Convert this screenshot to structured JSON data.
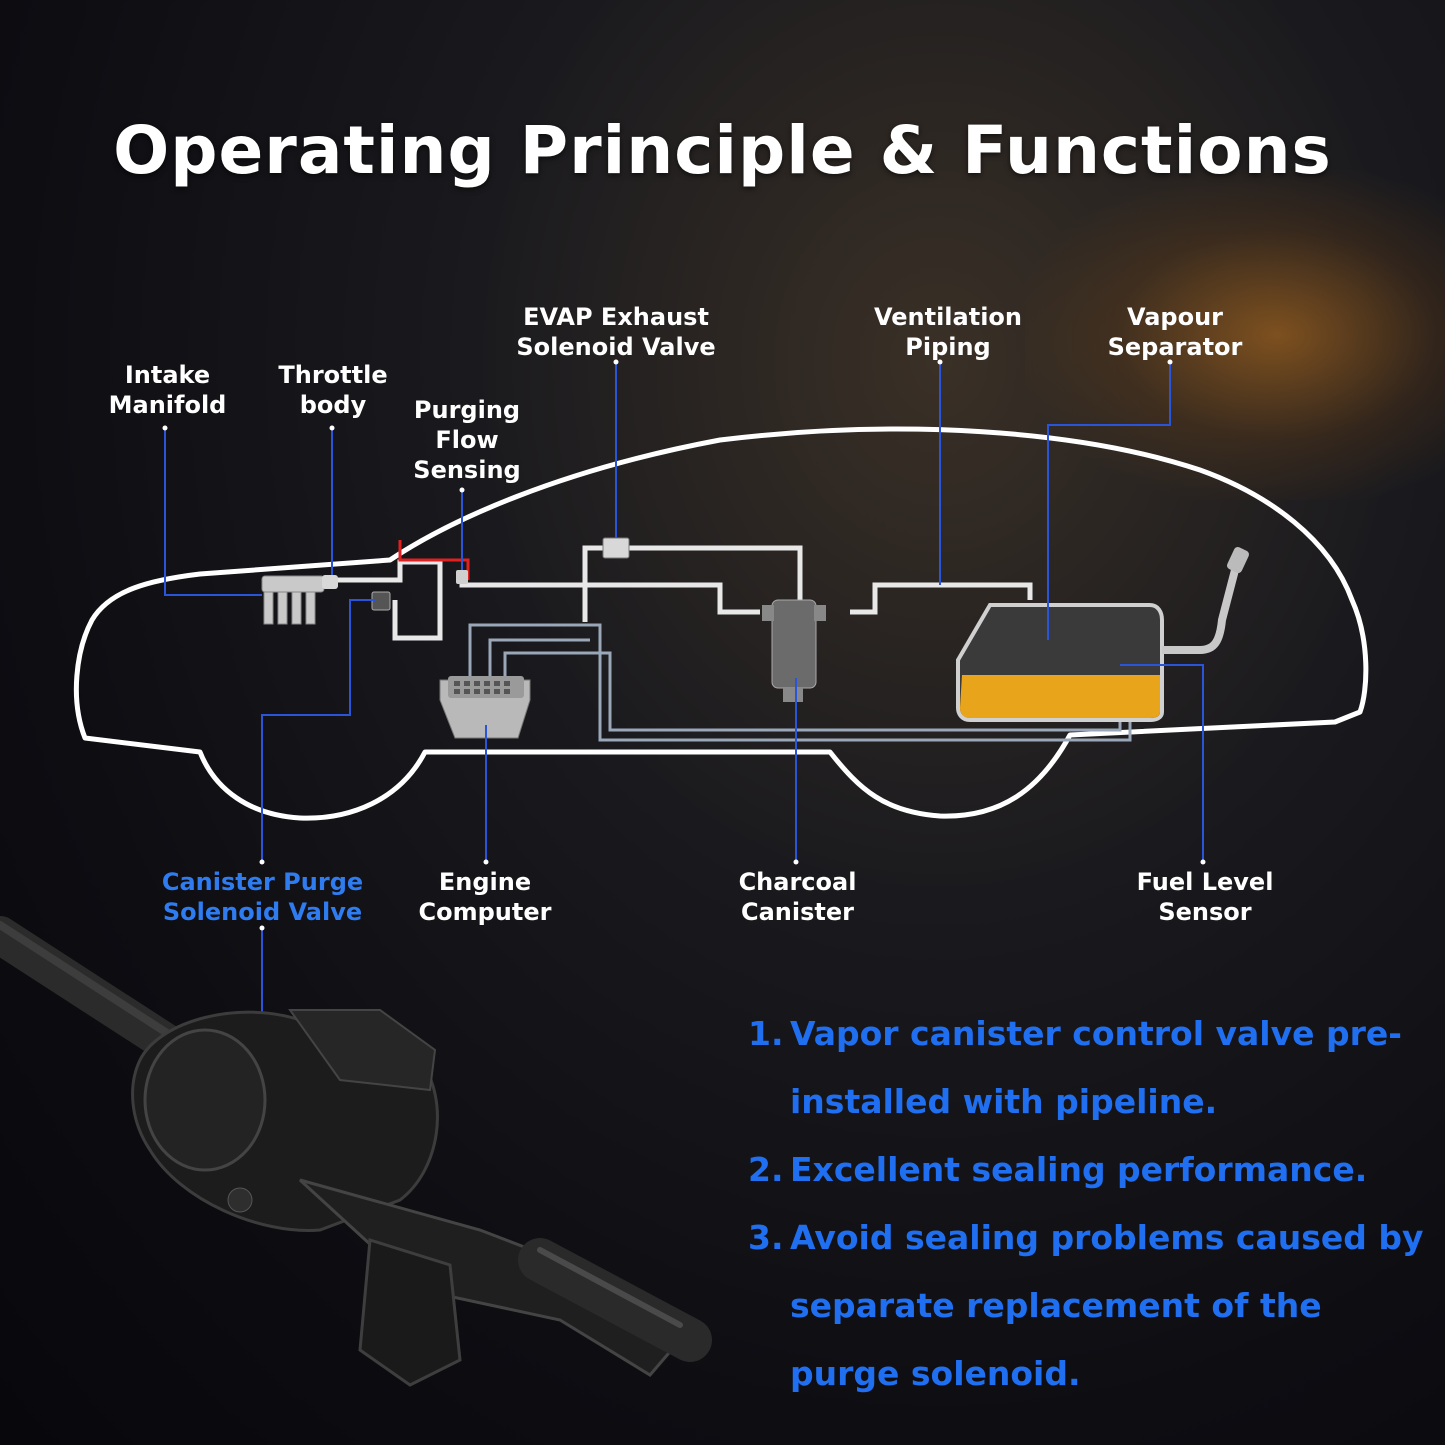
{
  "title": "Operating Principle & Functions",
  "labels": {
    "intake_manifold": "Intake\nManifold",
    "throttle_body": "Throttle\nbody",
    "purging_flow_sensing": "Purging\nFlow\nSensing",
    "evap_exhaust_solenoid_valve": "EVAP Exhaust\nSolenoid Valve",
    "ventilation_piping": "Ventilation\nPiping",
    "vapour_separator": "Vapour\nSeparator",
    "canister_purge_solenoid_valve": "Canister Purge\nSolenoid Valve",
    "engine_computer": "Engine\nComputer",
    "charcoal_canister": "Charcoal\nCanister",
    "fuel_level_sensor": "Fuel Level\nSensor"
  },
  "features": [
    {
      "num": "1.",
      "text": "Vapor canister control valve pre-installed with pipeline."
    },
    {
      "num": "2.",
      "text": "Excellent sealing performance."
    },
    {
      "num": "3.",
      "text": "Avoid sealing problems caused by separate replacement of the purge solenoid."
    }
  ],
  "colors": {
    "accent": "#1f6ff0",
    "highlight_label": "#2f7cf0",
    "callout_line": "#2a55d8",
    "fuel": "#e8a51c",
    "outline": "#ffffff"
  },
  "icons": {
    "valve_image": "purge-valve-icon",
    "car_outline": "car-silhouette-icon"
  }
}
